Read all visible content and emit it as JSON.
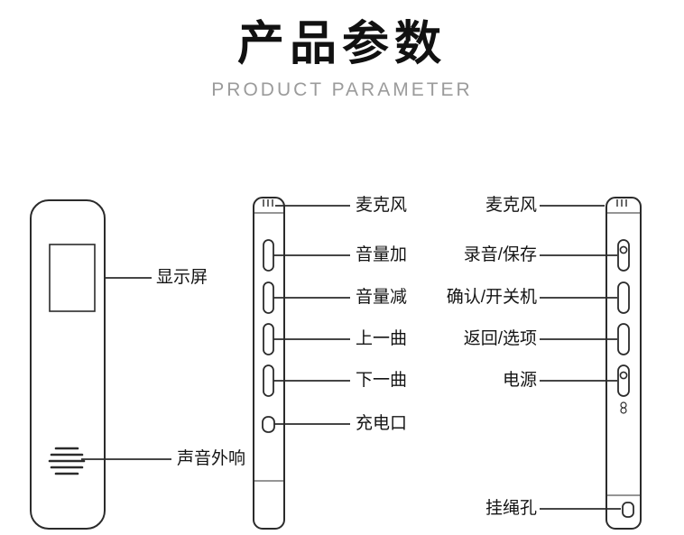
{
  "header": {
    "title": "产品参数",
    "subtitle": "PRODUCT PARAMETER"
  },
  "front_view": {
    "display_label": "显示屏",
    "speaker_label": "声音外响"
  },
  "side_view": {
    "labels": [
      "麦克风",
      "音量加",
      "音量减",
      "上一曲",
      "下一曲",
      "充电口"
    ]
  },
  "control_view": {
    "labels": [
      "麦克风",
      "录音/保存",
      "确认/开关机",
      "返回/选项",
      "电源",
      "挂绳孔"
    ]
  },
  "colors": {
    "line": "#2b2b2b",
    "title": "#111111",
    "subtitle": "#9b9b9b"
  }
}
